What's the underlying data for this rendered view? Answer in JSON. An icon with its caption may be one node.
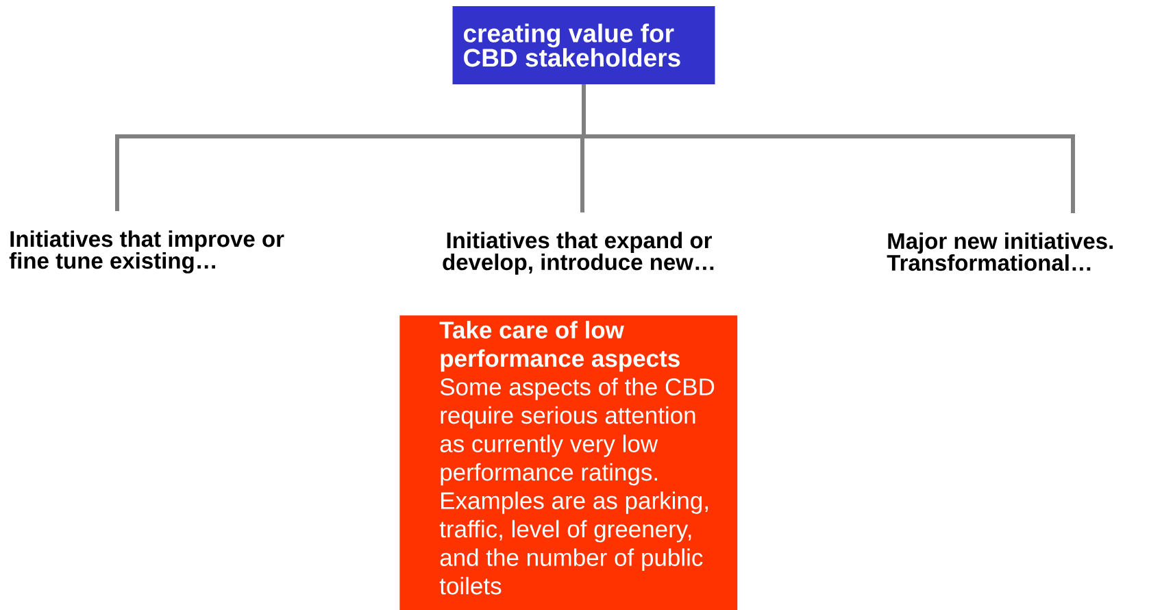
{
  "diagram": {
    "nodes": [
      {
        "text": [
          "creating value for CBD stakeholders"
        ]
      },
      {
        "text": [
          "Initiatives that improve or fine tune existing…"
        ]
      },
      {
        "text": [
          "Initiatives that expand or develop, introduce new…"
        ]
      },
      {
        "text": [
          "Major new initiatives. Transformational…"
        ]
      },
      {
        "text": [
          "Take care of low performance aspects",
          "Some aspects of the CBD require serious attention as currently very low performance ratings. Examples are as parking, traffic, level of greenery, and the number of public toilets"
        ]
      }
    ],
    "edges": [
      {
        "from": 0,
        "to": 1,
        "arrow": "none"
      },
      {
        "from": 0,
        "to": 2,
        "arrow": "none"
      },
      {
        "from": 0,
        "to": 3,
        "arrow": "none"
      }
    ]
  }
}
